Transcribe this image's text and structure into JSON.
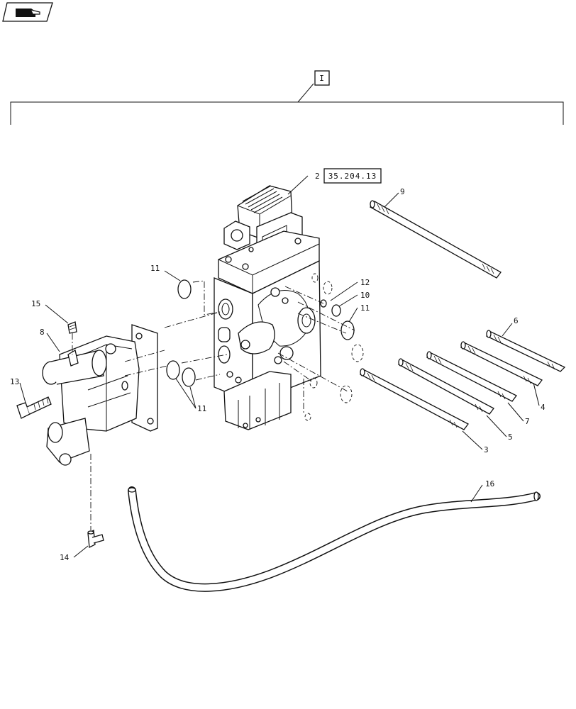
{
  "nav_icon": "hand-pointer-icon",
  "assembly_label": "I",
  "reference_label": "35.204.13",
  "callouts": {
    "c2": "2",
    "c3": "3",
    "c4": "4",
    "c5": "5",
    "c6": "6",
    "c7": "7",
    "c8": "8",
    "c9": "9",
    "c10": "10",
    "c11a": "11",
    "c11b": "11",
    "c11c": "11",
    "c12": "12",
    "c13": "13",
    "c14": "14",
    "c15": "15",
    "c16": "16"
  }
}
